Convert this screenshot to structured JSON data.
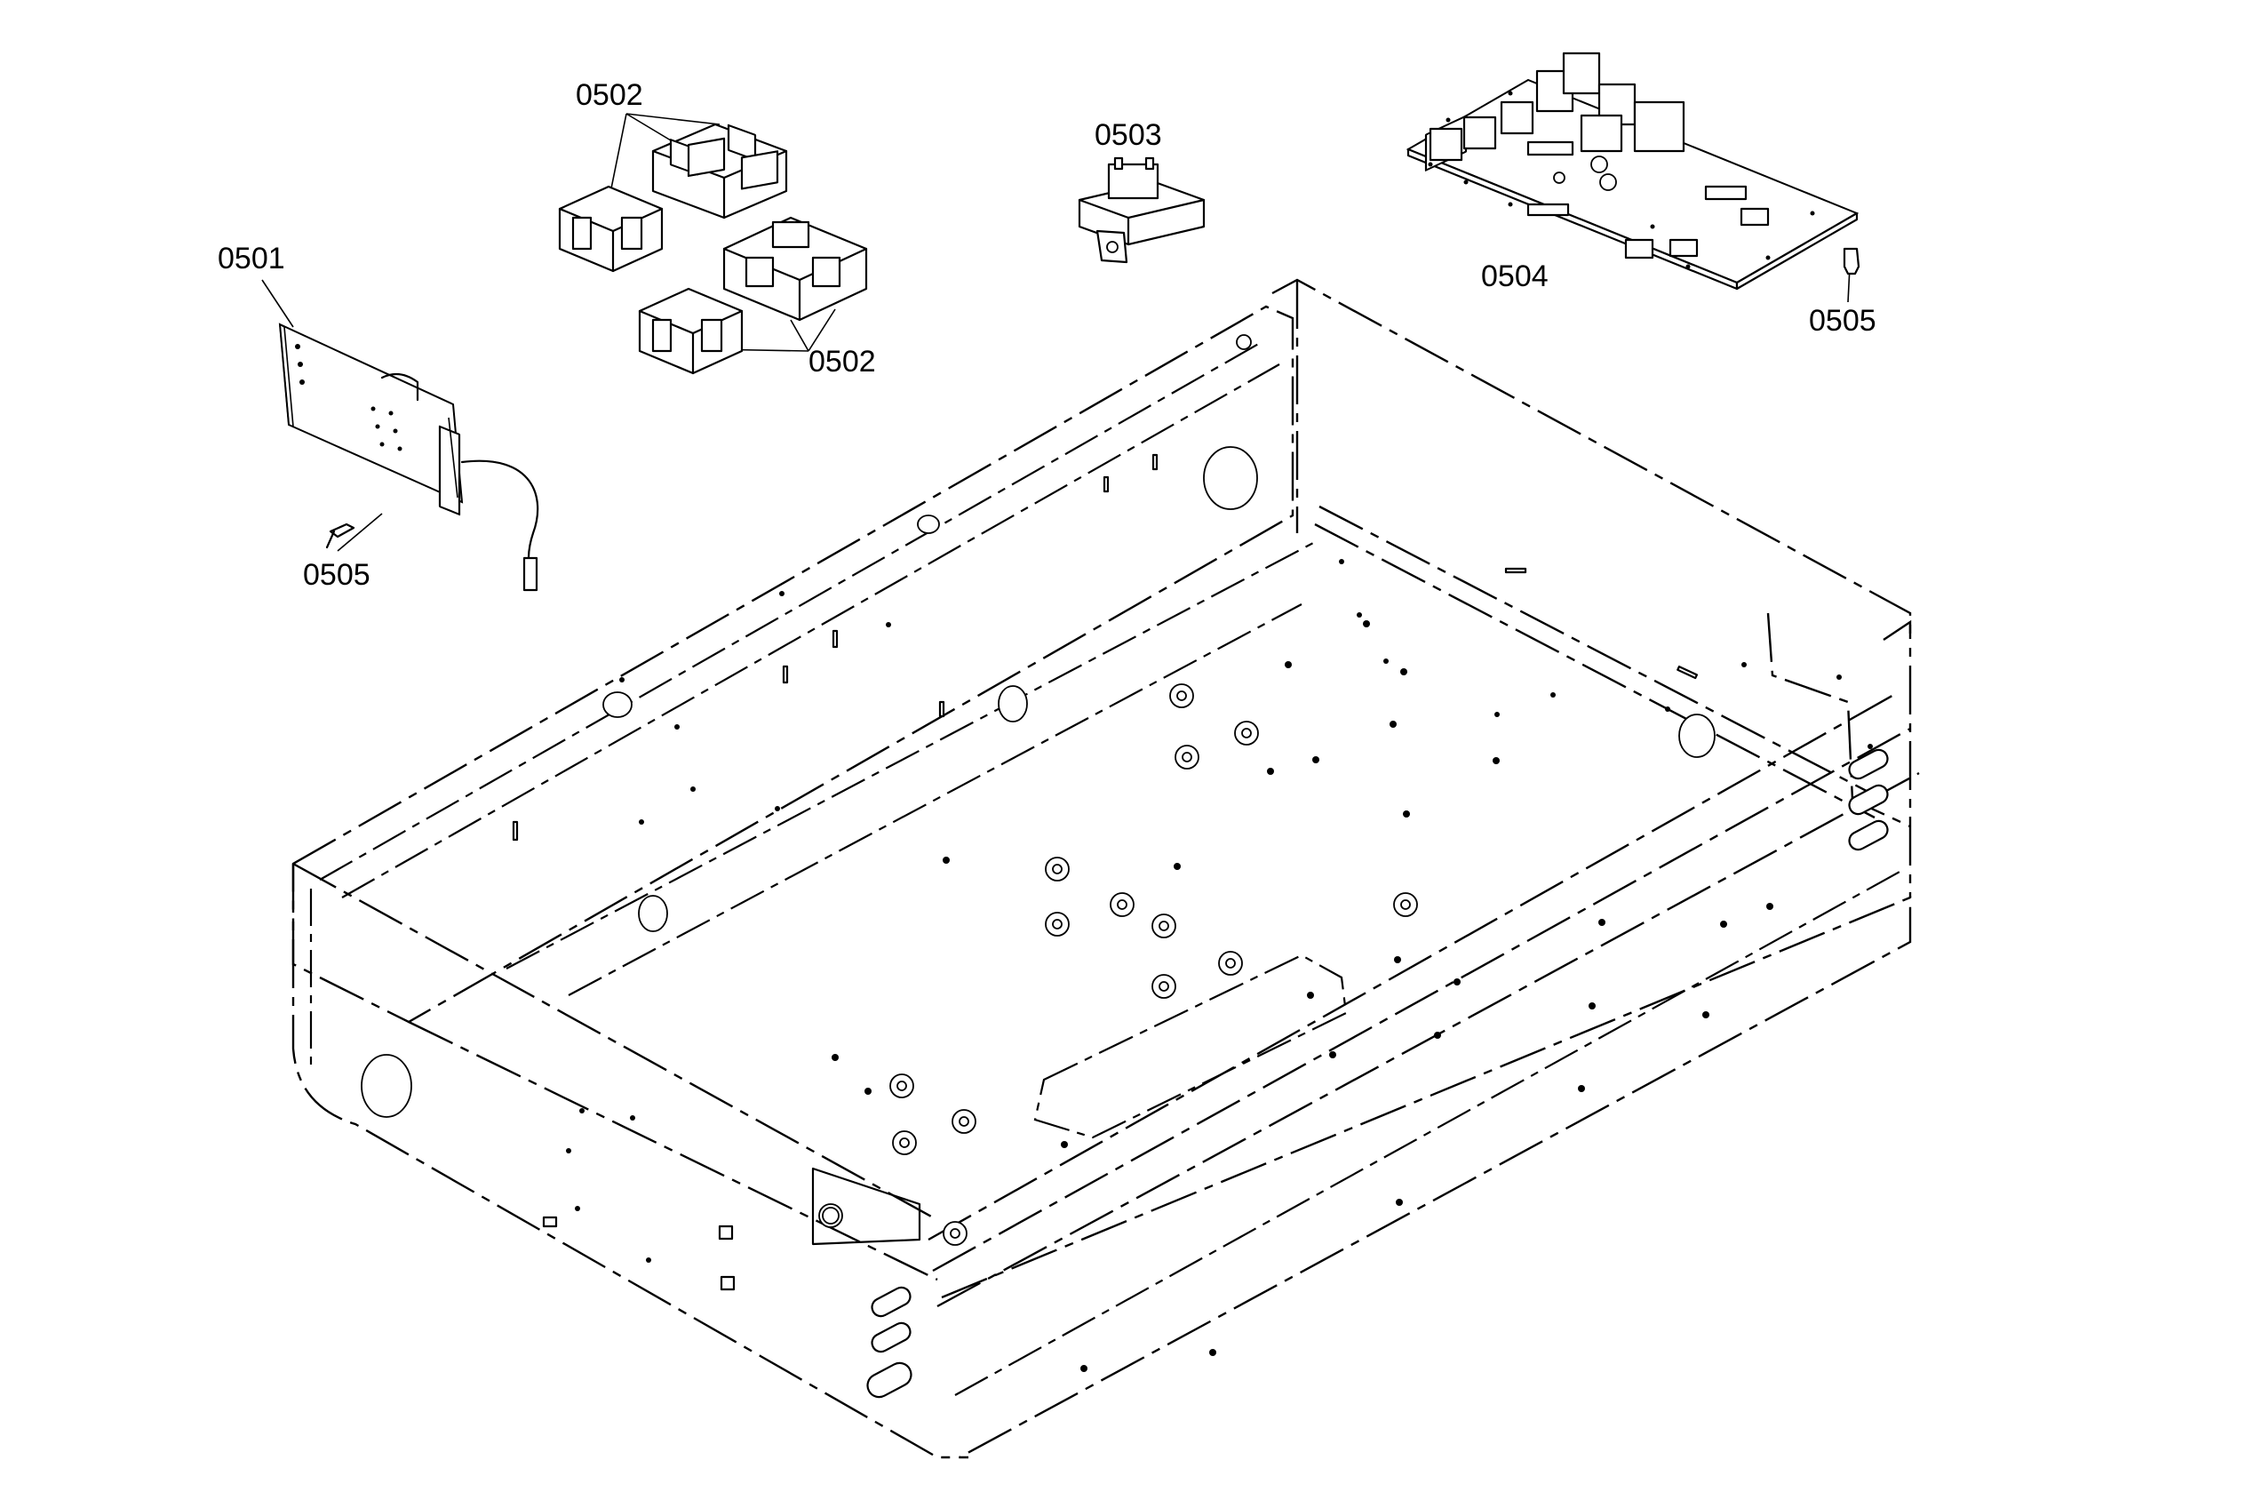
{
  "diagram": {
    "callouts": [
      {
        "id": "label-0501",
        "text": "0501"
      },
      {
        "id": "label-0502-top",
        "text": "0502"
      },
      {
        "id": "label-0502-bottom",
        "text": "0502"
      },
      {
        "id": "label-0503",
        "text": "0503"
      },
      {
        "id": "label-0504",
        "text": "0504"
      },
      {
        "id": "label-0505-left",
        "text": "0505"
      },
      {
        "id": "label-0505-right",
        "text": "0505"
      }
    ]
  }
}
